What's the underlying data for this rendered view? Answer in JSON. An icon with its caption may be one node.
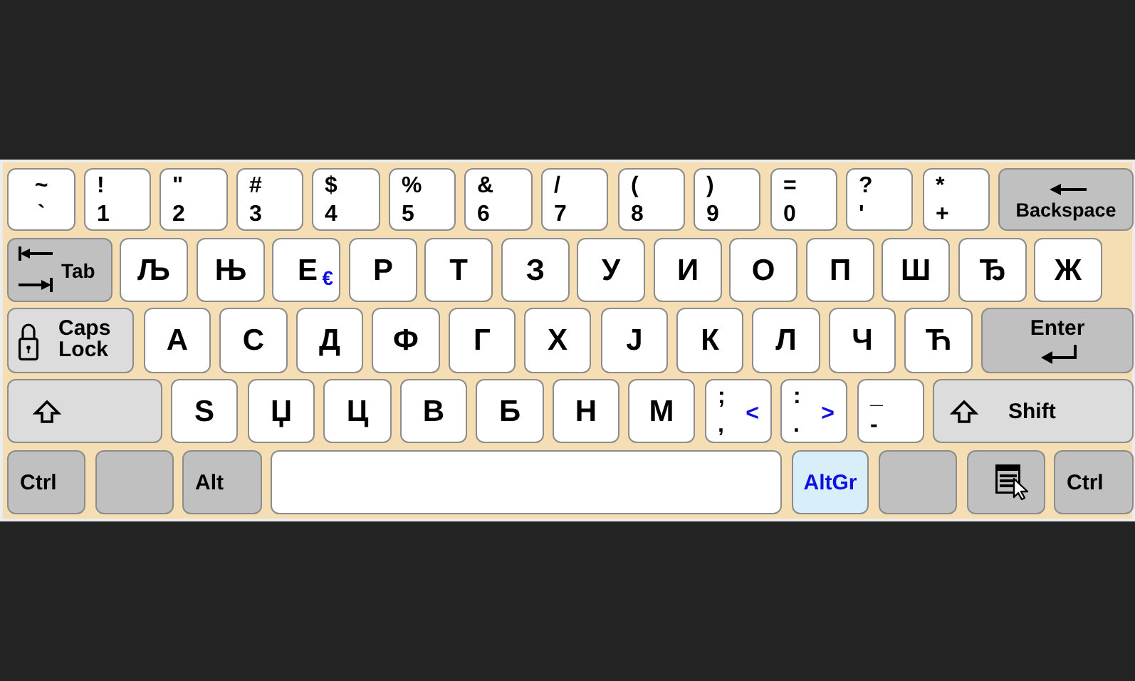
{
  "diagram": {
    "nodes": [
      {
        "text": [],
        "shape": "box"
      },
      {
        "text": [
          "~",
          "`"
        ],
        "in": 0
      },
      {
        "text": [
          "!",
          "1"
        ],
        "in": 0
      },
      {
        "text": [
          "\"",
          "2"
        ],
        "in": 0
      },
      {
        "text": [
          "#",
          "3"
        ],
        "in": 0
      },
      {
        "text": [
          "$",
          "4"
        ],
        "in": 0
      },
      {
        "text": [
          "%",
          "5"
        ],
        "in": 0
      },
      {
        "text": [
          "&",
          "6"
        ],
        "in": 0
      },
      {
        "text": [
          "/",
          "7"
        ],
        "in": 0
      },
      {
        "text": [
          "(",
          "8"
        ],
        "in": 0
      },
      {
        "text": [
          ")",
          "9"
        ],
        "in": 0
      },
      {
        "text": [
          "=",
          "0"
        ],
        "in": 0
      },
      {
        "text": [
          "?",
          "'"
        ],
        "in": 0
      },
      {
        "text": [
          "*",
          "+"
        ],
        "in": 0
      },
      {
        "text": [
          "Backspace"
        ],
        "in": 0
      },
      {
        "text": [
          "Tab"
        ],
        "in": 0
      },
      {
        "text": [
          "Љ"
        ],
        "in": 0
      },
      {
        "text": [
          "Њ"
        ],
        "in": 0
      },
      {
        "text": [
          "Е",
          "€"
        ],
        "in": 0
      },
      {
        "text": [
          "Р"
        ],
        "in": 0
      },
      {
        "text": [
          "Т"
        ],
        "in": 0
      },
      {
        "text": [
          "З"
        ],
        "in": 0
      },
      {
        "text": [
          "У"
        ],
        "in": 0
      },
      {
        "text": [
          "И"
        ],
        "in": 0
      },
      {
        "text": [
          "О"
        ],
        "in": 0
      },
      {
        "text": [
          "П"
        ],
        "in": 0
      },
      {
        "text": [
          "Ш"
        ],
        "in": 0
      },
      {
        "text": [
          "Ђ"
        ],
        "in": 0
      },
      {
        "text": [
          "Ж"
        ],
        "in": 0
      },
      {
        "text": [
          "Caps Lock"
        ],
        "in": 0
      },
      {
        "text": [
          "А"
        ],
        "in": 0
      },
      {
        "text": [
          "С"
        ],
        "in": 0
      },
      {
        "text": [
          "Д"
        ],
        "in": 0
      },
      {
        "text": [
          "Ф"
        ],
        "in": 0
      },
      {
        "text": [
          "Г"
        ],
        "in": 0
      },
      {
        "text": [
          "Х"
        ],
        "in": 0
      },
      {
        "text": [
          "Ј"
        ],
        "in": 0
      },
      {
        "text": [
          "К"
        ],
        "in": 0
      },
      {
        "text": [
          "Л"
        ],
        "in": 0
      },
      {
        "text": [
          "Ч"
        ],
        "in": 0
      },
      {
        "text": [
          "Ћ"
        ],
        "in": 0
      },
      {
        "text": [
          "Enter"
        ],
        "in": 0
      },
      {
        "text": [],
        "shape": "box",
        "in": 0
      },
      {
        "text": [
          "Ѕ"
        ],
        "in": 0
      },
      {
        "text": [
          "Џ"
        ],
        "in": 0
      },
      {
        "text": [
          "Ц"
        ],
        "in": 0
      },
      {
        "text": [
          "В"
        ],
        "in": 0
      },
      {
        "text": [
          "Б"
        ],
        "in": 0
      },
      {
        "text": [
          "Н"
        ],
        "in": 0
      },
      {
        "text": [
          "М"
        ],
        "in": 0
      },
      {
        "text": [
          ";",
          ",",
          "<"
        ],
        "in": 0
      },
      {
        "text": [
          ":",
          ".",
          ">"
        ],
        "in": 0
      },
      {
        "text": [
          "_",
          "-"
        ],
        "in": 0
      },
      {
        "text": [
          "Shift"
        ],
        "in": 0
      },
      {
        "text": [
          "Ctrl"
        ],
        "in": 0
      },
      {
        "text": [],
        "shape": "box",
        "in": 0
      },
      {
        "text": [
          "Alt"
        ],
        "in": 0
      },
      {
        "text": [],
        "shape": "box",
        "in": 0
      },
      {
        "text": [
          "AltGr"
        ],
        "in": 0
      },
      {
        "text": [],
        "shape": "box",
        "in": 0
      },
      {
        "text": [],
        "shape": "box",
        "in": 0
      },
      {
        "text": [
          "Ctrl"
        ],
        "in": 0
      }
    ]
  }
}
